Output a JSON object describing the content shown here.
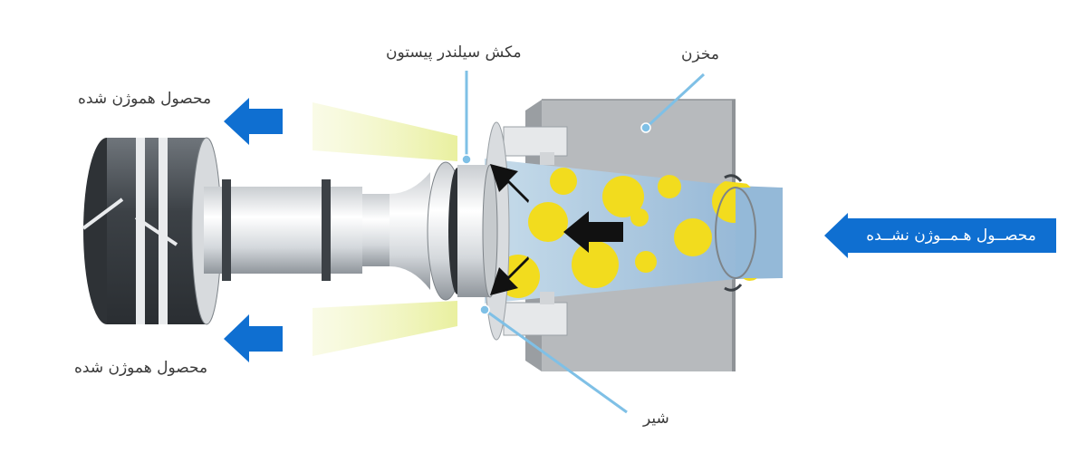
{
  "labels": {
    "piston": "مکش سیلندر پیستون",
    "tank": "مخزن",
    "homogenized_top": "محصول هموژن شده",
    "homogenized_bottom": "محصول هموژن شده",
    "valve": "شیر",
    "unhomogenized": "محصــول هـمــوژن نشــده"
  },
  "colors": {
    "accent_blue": "#0f6fd1",
    "particle_yellow": "#f2dc1e",
    "tank_gray": "#a9acb0",
    "leader_line": "#7fc0e6"
  }
}
